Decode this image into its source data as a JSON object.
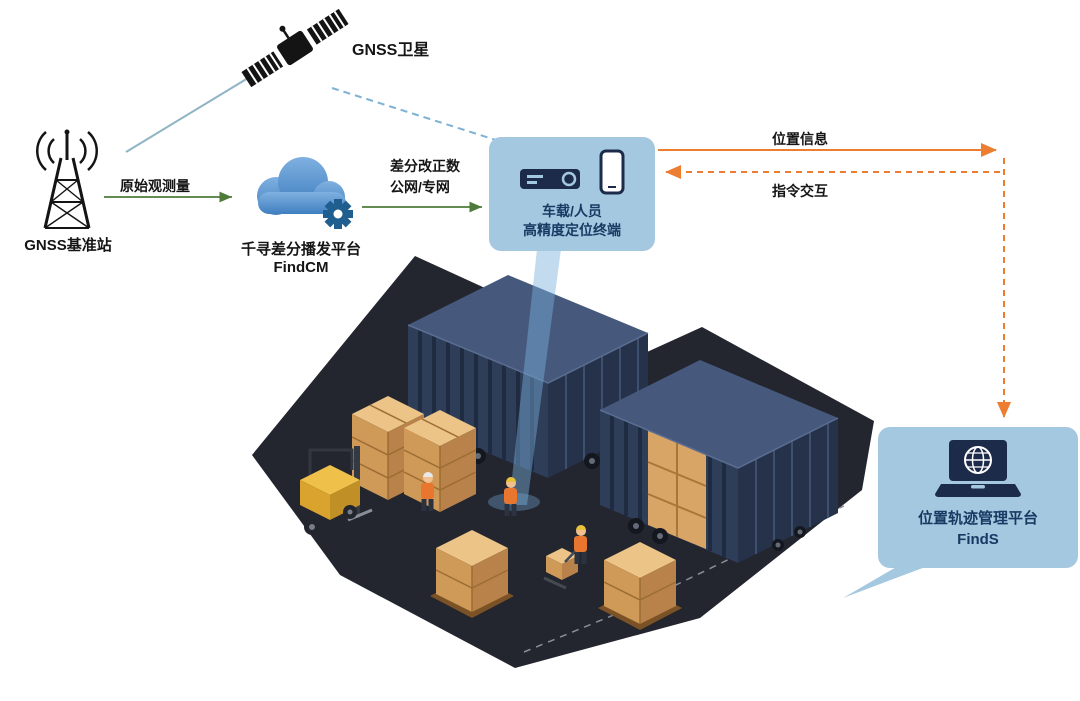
{
  "labels": {
    "satellite": "GNSS卫星",
    "base_station": "GNSS基准站",
    "raw_observation": "原始观测量",
    "cloud_platform": "千寻差分播发平台",
    "cloud_platform_name": "FindCM",
    "correction_line1": "差分改正数",
    "correction_line2": "公网/专网",
    "terminal_line1": "车载/人员",
    "terminal_line2": "高精度定位终端",
    "position_info": "位置信息",
    "command_interaction": "指令交互",
    "management_platform": "位置轨迹管理平台",
    "management_platform_name": "FindS"
  },
  "icons": {
    "satellite": "satellite-icon",
    "base_station": "antenna-tower-icon",
    "cloud": "cloud-icon",
    "gear": "gear-icon",
    "terminal_receiver": "vehicle-terminal-icon",
    "terminal_phone": "smartphone-icon",
    "platform": "laptop-globe-icon"
  },
  "colors": {
    "bubble_blue": "#a5c8e1",
    "bubble_text_navy": "#173a63",
    "icon_navy": "#1c2b4a",
    "green_arrow": "#4e7b3a",
    "orange_arrow": "#ed7d31",
    "teal_link": "#8fb4c4",
    "dashed_blue_link": "#7fb3d5",
    "cloud_blue": "#4a8fd4",
    "gear_blue": "#1f5e8e",
    "ground_dark": "#23252f",
    "container_side": "#2e3d58",
    "container_top": "#46597c",
    "cargo_tan": "#d9a566",
    "forklift_yellow": "#f0c14a"
  }
}
